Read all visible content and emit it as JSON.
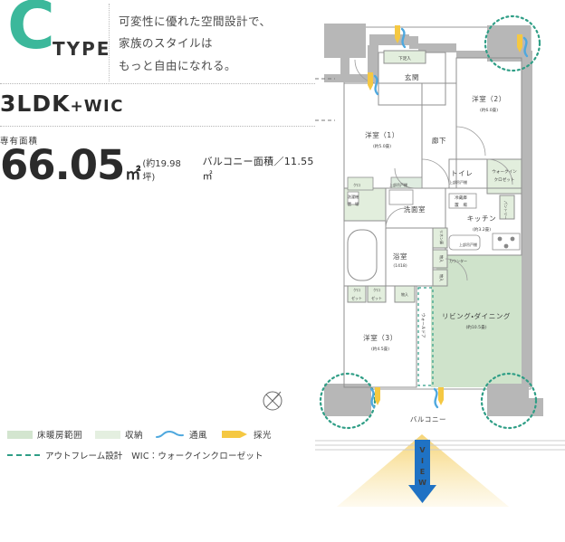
{
  "header": {
    "type_letter": "C",
    "type_word": "TYPE",
    "catch_lines": [
      "可変性に優れた空間設計で、",
      "家族のスタイルは",
      "もっと自由になれる。"
    ],
    "plan_type": "3LDK",
    "plan_plus": "+",
    "plan_wic": "WIC",
    "area_label": "専有面積",
    "area_value": "66.05",
    "area_unit": "㎡",
    "area_tsubo": "(約19.98坪)",
    "balcony_area": "バルコニー面積／11.55㎡"
  },
  "legend": {
    "items": [
      {
        "swatch": "floor-heating-swatch",
        "label": "床暖房範囲"
      },
      {
        "swatch": "storage-swatch",
        "label": "収納"
      },
      {
        "swatch": "ventilation-icon",
        "label": "通風"
      },
      {
        "swatch": "daylight-icon",
        "label": "採光"
      }
    ],
    "outframe_label": "アウトフレーム設計",
    "wic_note": "WIC：ウォークインクローゼット"
  },
  "plan": {
    "rooms": {
      "entrance": "玄関",
      "shoe_box": "下足入",
      "bedroom1": "洋室（1）",
      "bedroom1_size": "(約5.0畳)",
      "bedroom2": "洋室（2）",
      "bedroom2_size": "(約6.0畳)",
      "bedroom3": "洋室（3）",
      "bedroom3_size": "(約4.5畳)",
      "corridor": "廊下",
      "toilet": "トイレ",
      "toilet_shelf": "上部吊戸棚",
      "wic": "ウォークイン",
      "wic2": "クロゼット",
      "kitchen": "キッチン",
      "kitchen_size": "(約3.2畳)",
      "fridge": "冷蔵庫",
      "fridge2": "置　場",
      "pantry": "パントリー",
      "counter": "カウンター",
      "kitchen_shelf": "上部吊戸棚",
      "washroom": "洗面室",
      "washroom_shelf": "上部吊戸棚",
      "washer": "洗濯機",
      "washer2": "置　場",
      "bath": "浴室",
      "bath_size": "(1418)",
      "linen": "リネン庫",
      "closet": "クロ",
      "closet2": "ゼット",
      "storage": "物入",
      "wall_door": "ウォールドア",
      "living": "リビング・ダイニング",
      "living_size": "(約10.5畳)",
      "balcony": "バルコニー"
    },
    "view_label": "VIEW"
  },
  "colors": {
    "accent_teal": "#3cb89b",
    "floor_heating": "#cfe3cb",
    "storage_green": "#e2eedd",
    "wall_gray": "#b7b7b7",
    "vent_blue": "#4ea8de",
    "daylight_yellow": "#f5c842",
    "view_blue": "#1f72c4",
    "outframe_dots": "#2f9e86"
  }
}
